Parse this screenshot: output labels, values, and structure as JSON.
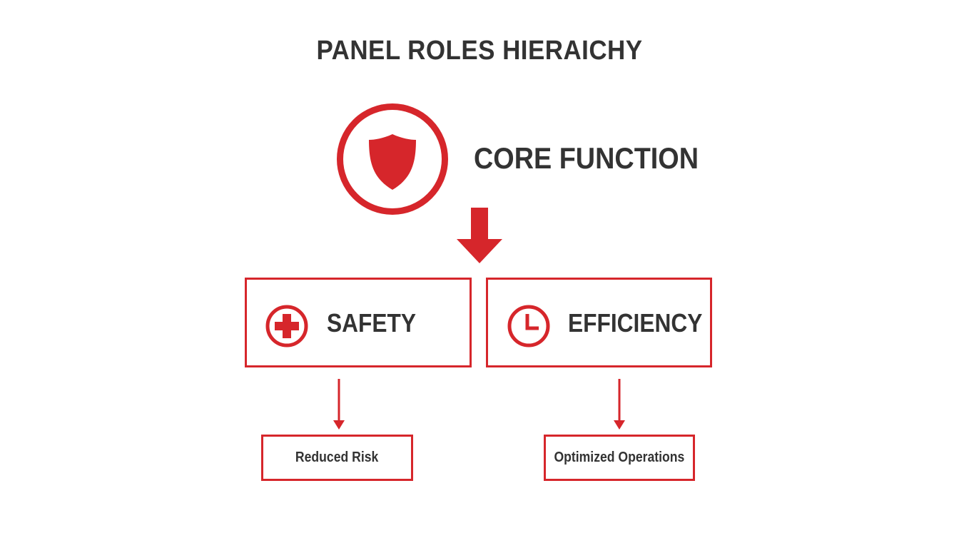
{
  "title": "PANEL ROLES HIERAICHY",
  "accent_color": "#d6262b",
  "text_color": "#333333",
  "core": {
    "label": "CORE FUNCTION",
    "icon": "shield-icon"
  },
  "branches": [
    {
      "label": "SAFETY",
      "icon": "plus-icon",
      "outcome": "Reduced Risk"
    },
    {
      "label": "EFFICIENCY",
      "icon": "clock-icon",
      "outcome": "Optimized Operations"
    }
  ]
}
